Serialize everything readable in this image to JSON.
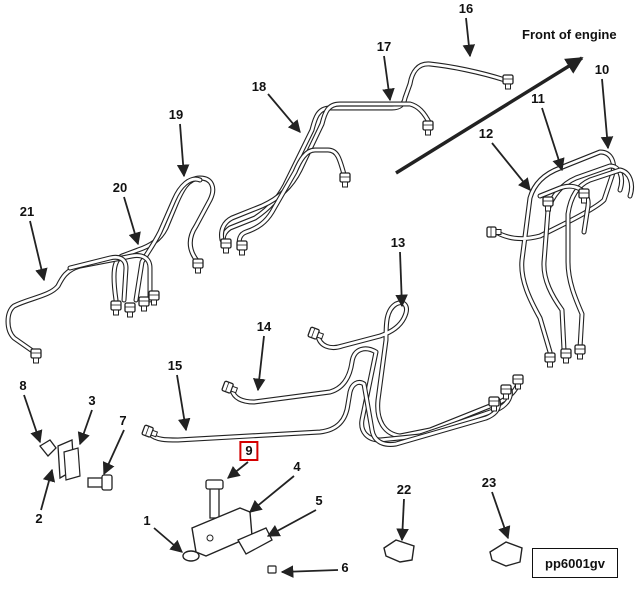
{
  "diagram": {
    "heading": "Front of engine",
    "reference_code": "pp6001gv",
    "callouts": [
      "1",
      "2",
      "3",
      "4",
      "5",
      "6",
      "7",
      "8",
      "9",
      "10",
      "11",
      "12",
      "13",
      "14",
      "15",
      "16",
      "17",
      "18",
      "19",
      "20",
      "21",
      "22",
      "23"
    ],
    "highlighted_callout": "9",
    "colors": {
      "line": "#222222",
      "highlight": "#d40000",
      "background": "#ffffff"
    }
  }
}
